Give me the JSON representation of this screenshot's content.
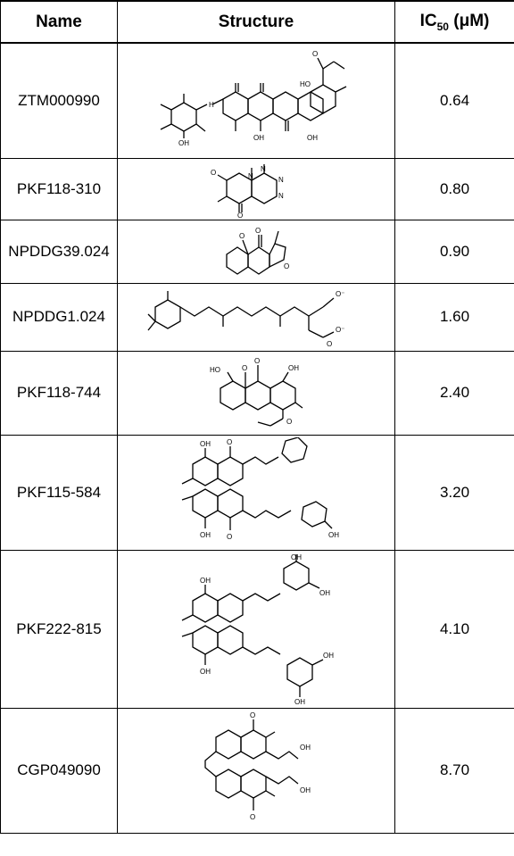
{
  "header": {
    "name": "Name",
    "structure": "Structure",
    "ic_main": "IC",
    "ic_sub": "50",
    "ic_unit": " (μM)"
  },
  "rows": [
    {
      "name": "ZTM000990",
      "ic50": "0.64",
      "structure_icon": "polyketide-glycoside-structure-icon"
    },
    {
      "name": "PKF118-310",
      "ic50": "0.80",
      "structure_icon": "pyrimidotriazine-structure-icon"
    },
    {
      "name": "NPDDG39.024",
      "ic50": "0.90",
      "structure_icon": "naphthofuranquinone-structure-icon"
    },
    {
      "name": "NPDDG1.024",
      "ic50": "1.60",
      "structure_icon": "terpenoid-dicarboxylate-structure-icon"
    },
    {
      "name": "PKF118-744",
      "ic50": "2.40",
      "structure_icon": "phenanthrenequinone-structure-icon"
    },
    {
      "name": "PKF115-584",
      "ic50": "3.20",
      "structure_icon": "perylenequinone-ester-structure-icon"
    },
    {
      "name": "PKF222-815",
      "ic50": "4.10",
      "structure_icon": "perylenequinone-resorcylate-structure-icon"
    },
    {
      "name": "CGP049090",
      "ic50": "8.70",
      "structure_icon": "perylenequinone-dioxole-structure-icon"
    }
  ],
  "structure_labels": {
    "oh": "OH",
    "ho": "HO",
    "o": "O",
    "n": "N",
    "h": "H",
    "o_minus": "O⁻"
  }
}
